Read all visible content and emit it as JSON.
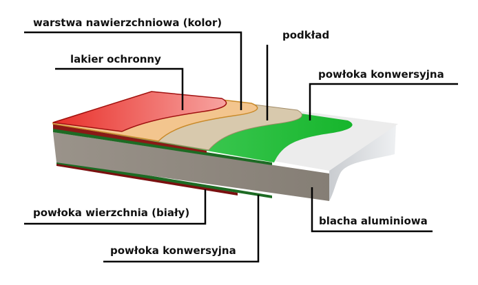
{
  "labels": {
    "top_color": "warstwa nawierzchniowa (kolor)",
    "clear_coat": "lakier ochronny",
    "primer": "podkład",
    "conversion_top": "powłoka konwersyjna",
    "back_white": "powłoka wierzchnia (biały)",
    "conversion_bottom": "powłoka konwersyjna",
    "aluminium": "blacha aluminiowa"
  },
  "colors": {
    "red": "#f0605a",
    "orange": "#f3c58e",
    "beige": "#d8c9ad",
    "green": "#43c75a",
    "white": "#ececec",
    "metal": "#8c857c"
  }
}
